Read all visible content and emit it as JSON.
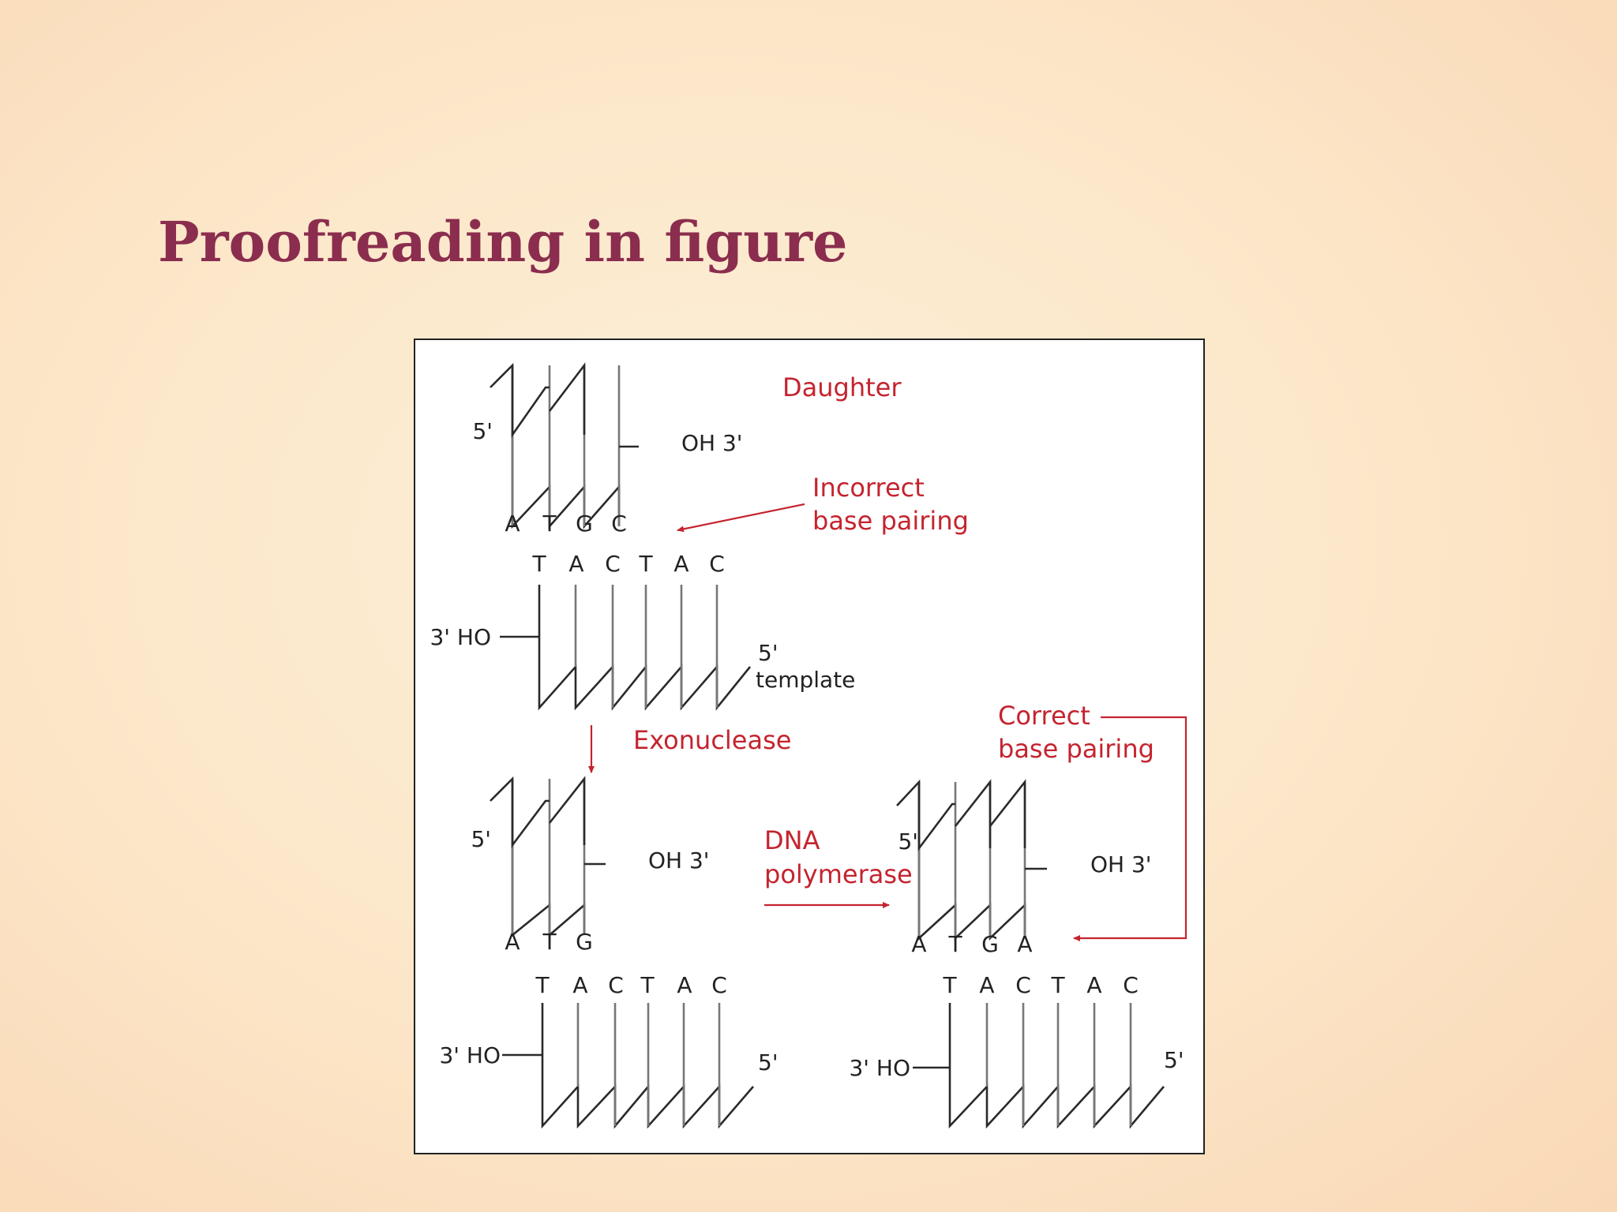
{
  "title": "Proofreading in figure",
  "colors": {
    "title": "#8b2d4e",
    "accent_red": "#c4242f",
    "line": "#2a2a2a"
  },
  "diagram": {
    "daughter_label": "Daughter",
    "five_prime": "5'",
    "oh_three_prime": "OH  3'",
    "three_prime_ho": "3' HO",
    "template_label": "template",
    "incorrect_label": [
      "Incorrect",
      "base pairing"
    ],
    "correct_label": [
      "Correct",
      "base pairing"
    ],
    "exonuclease_label": "Exonuclease",
    "dna_polymerase_label": [
      "DNA",
      "polymerase"
    ],
    "top_daughter_bases": [
      "A",
      "T",
      "G",
      "C"
    ],
    "mid_daughter_bases": [
      "A",
      "T",
      "G"
    ],
    "right_daughter_bases": [
      "A",
      "T",
      "G",
      "A"
    ],
    "template_bases": [
      "T",
      "A",
      "C",
      "T",
      "A",
      "C"
    ]
  }
}
